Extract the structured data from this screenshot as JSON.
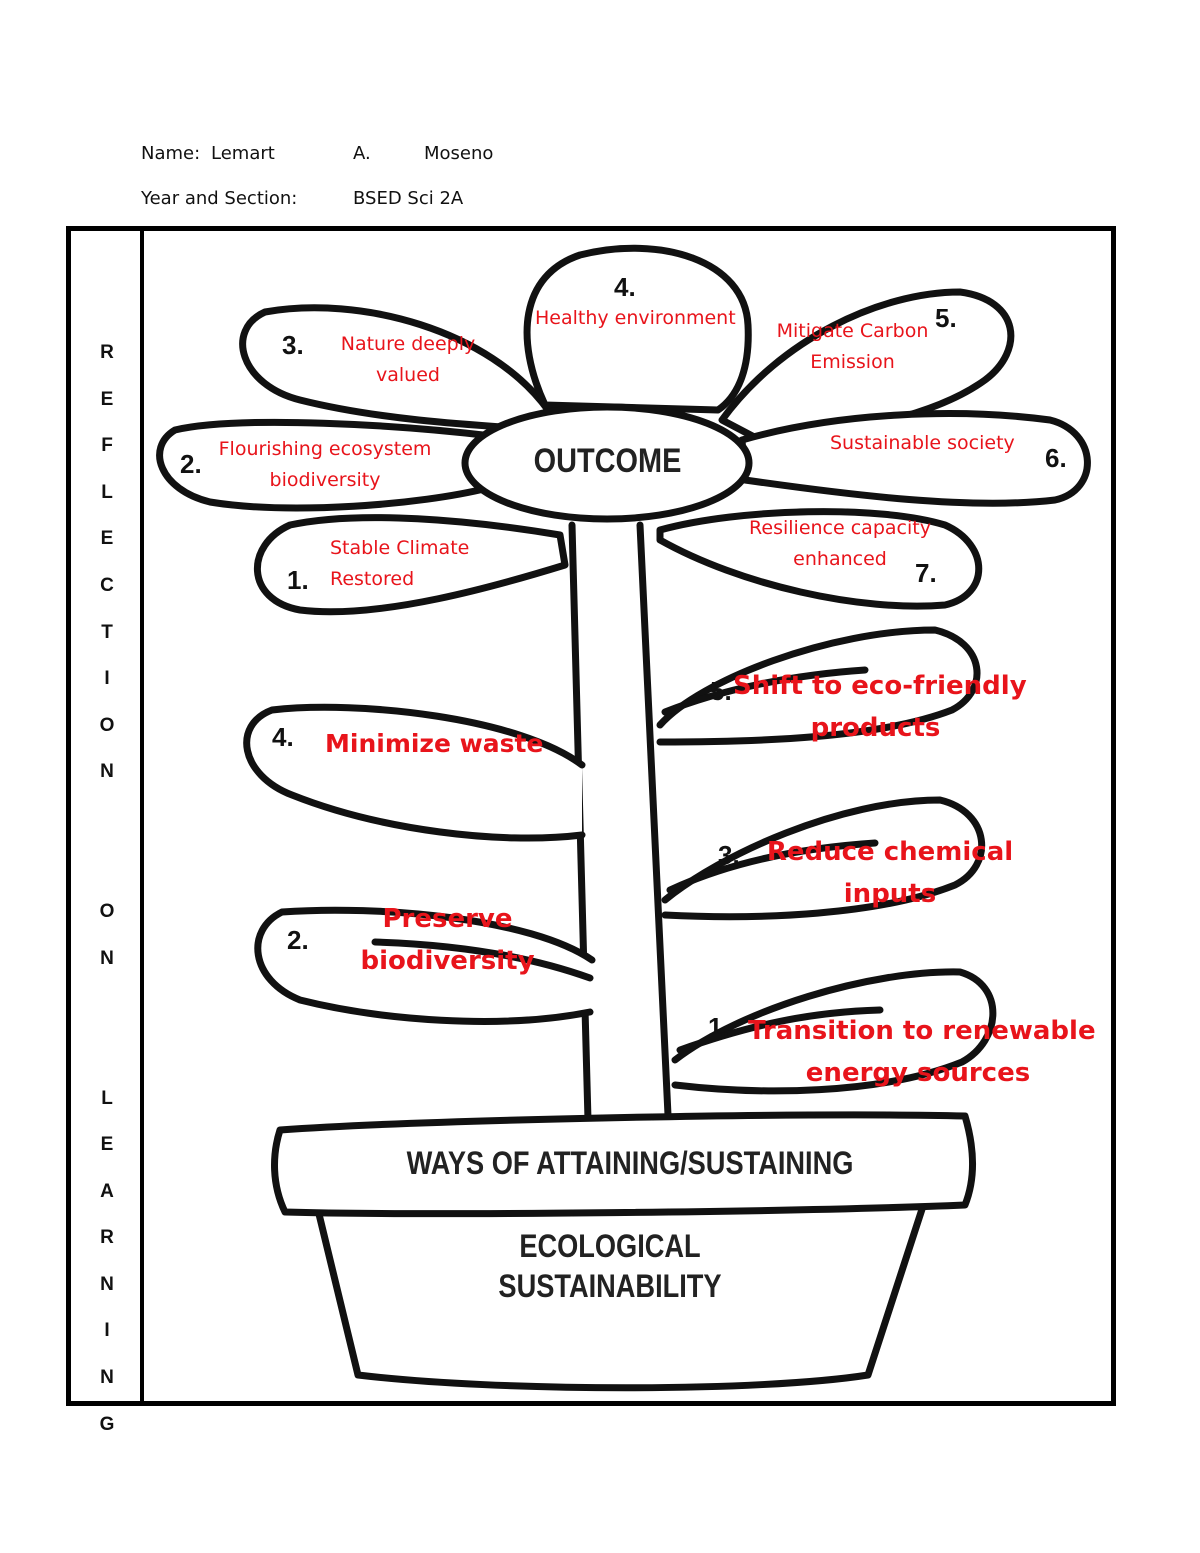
{
  "header": {
    "name_label": "Name:",
    "first_name": "Lemart",
    "middle_initial": "A.",
    "last_name": "Moseno",
    "section_label": "Year and Section:",
    "section_value": "BSED Sci 2A"
  },
  "side_title": [
    "R",
    "E",
    "F",
    "L",
    "E",
    "C",
    "T",
    "I",
    "O",
    "N",
    "",
    "",
    "O",
    "N",
    "",
    "",
    "L",
    "E",
    "A",
    "R",
    "N",
    "I",
    "N",
    "G"
  ],
  "center_label": "OUTCOME",
  "pot": {
    "rim_label": "WAYS OF ATTAINING/SUSTAINING",
    "body_line1": "ECOLOGICAL",
    "body_line2": "SUSTAINABILITY"
  },
  "petals": [
    {
      "number": "1.",
      "line1": "Stable Climate",
      "line2": "Restored"
    },
    {
      "number": "2.",
      "line1": "Flourishing ecosystem",
      "line2": "biodiversity"
    },
    {
      "number": "3.",
      "line1": "Nature deeply",
      "line2": "valued"
    },
    {
      "number": "4.",
      "line1": "Healthy environment",
      "line2": ""
    },
    {
      "number": "5.",
      "line1": "Mitigate Carbon",
      "line2": "Emission"
    },
    {
      "number": "6.",
      "line1": "Sustainable society",
      "line2": ""
    },
    {
      "number": "7.",
      "line1": "Resilience capacity",
      "line2": "enhanced"
    }
  ],
  "leaves": [
    {
      "number": "1.",
      "line1": "Transition to renewable",
      "line2": "energy sources"
    },
    {
      "number": "2.",
      "line1": "Preserve",
      "line2": "biodiversity"
    },
    {
      "number": "3.",
      "line1": "Reduce chemical",
      "line2": "inputs"
    },
    {
      "number": "4.",
      "line1": "Minimize waste",
      "line2": ""
    },
    {
      "number": "5.",
      "line1": "Shift to eco-friendly",
      "line2": "products"
    }
  ]
}
